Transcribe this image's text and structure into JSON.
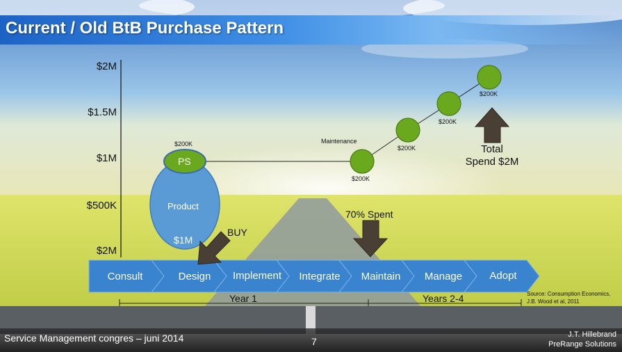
{
  "slide": {
    "title": "Current / Old BtB Purchase Pattern",
    "page_number": "7"
  },
  "y_axis": {
    "labels": [
      "$2M",
      "$1.5M",
      "$1M",
      "$500K",
      "$2M"
    ]
  },
  "nodes": {
    "ps_label": "PS",
    "ps_value": "$200K",
    "product_label": "Product",
    "product_value": "$1M",
    "maintenance_label": "Maintenance",
    "maint_values": [
      "$200K",
      "$200K",
      "$200K",
      "$200K"
    ]
  },
  "annotations": {
    "buy": "BUY",
    "spent": "70% Spent",
    "total_line1": "Total",
    "total_line2": "Spend $2M"
  },
  "process_steps": [
    "Consult",
    "Design",
    "Implement",
    "Integrate",
    "Maintain",
    "Manage",
    "Adopt"
  ],
  "timeline": {
    "year1": "Year 1",
    "years2_4": "Years 2-4"
  },
  "source": {
    "line1": "Source: Consumption Economics,",
    "line2": "J.B. Wood et al, 2011"
  },
  "footer": {
    "left": "Service Management congres – juni 2014",
    "right_line1": "J.T. Hillebrand",
    "right_line2": "PreRange Solutions"
  },
  "colors": {
    "green_node": "#6aa81e",
    "blue_shape": "#5b9bd5",
    "chevron": "#3a84cf",
    "arrow": "#4a3f35"
  }
}
